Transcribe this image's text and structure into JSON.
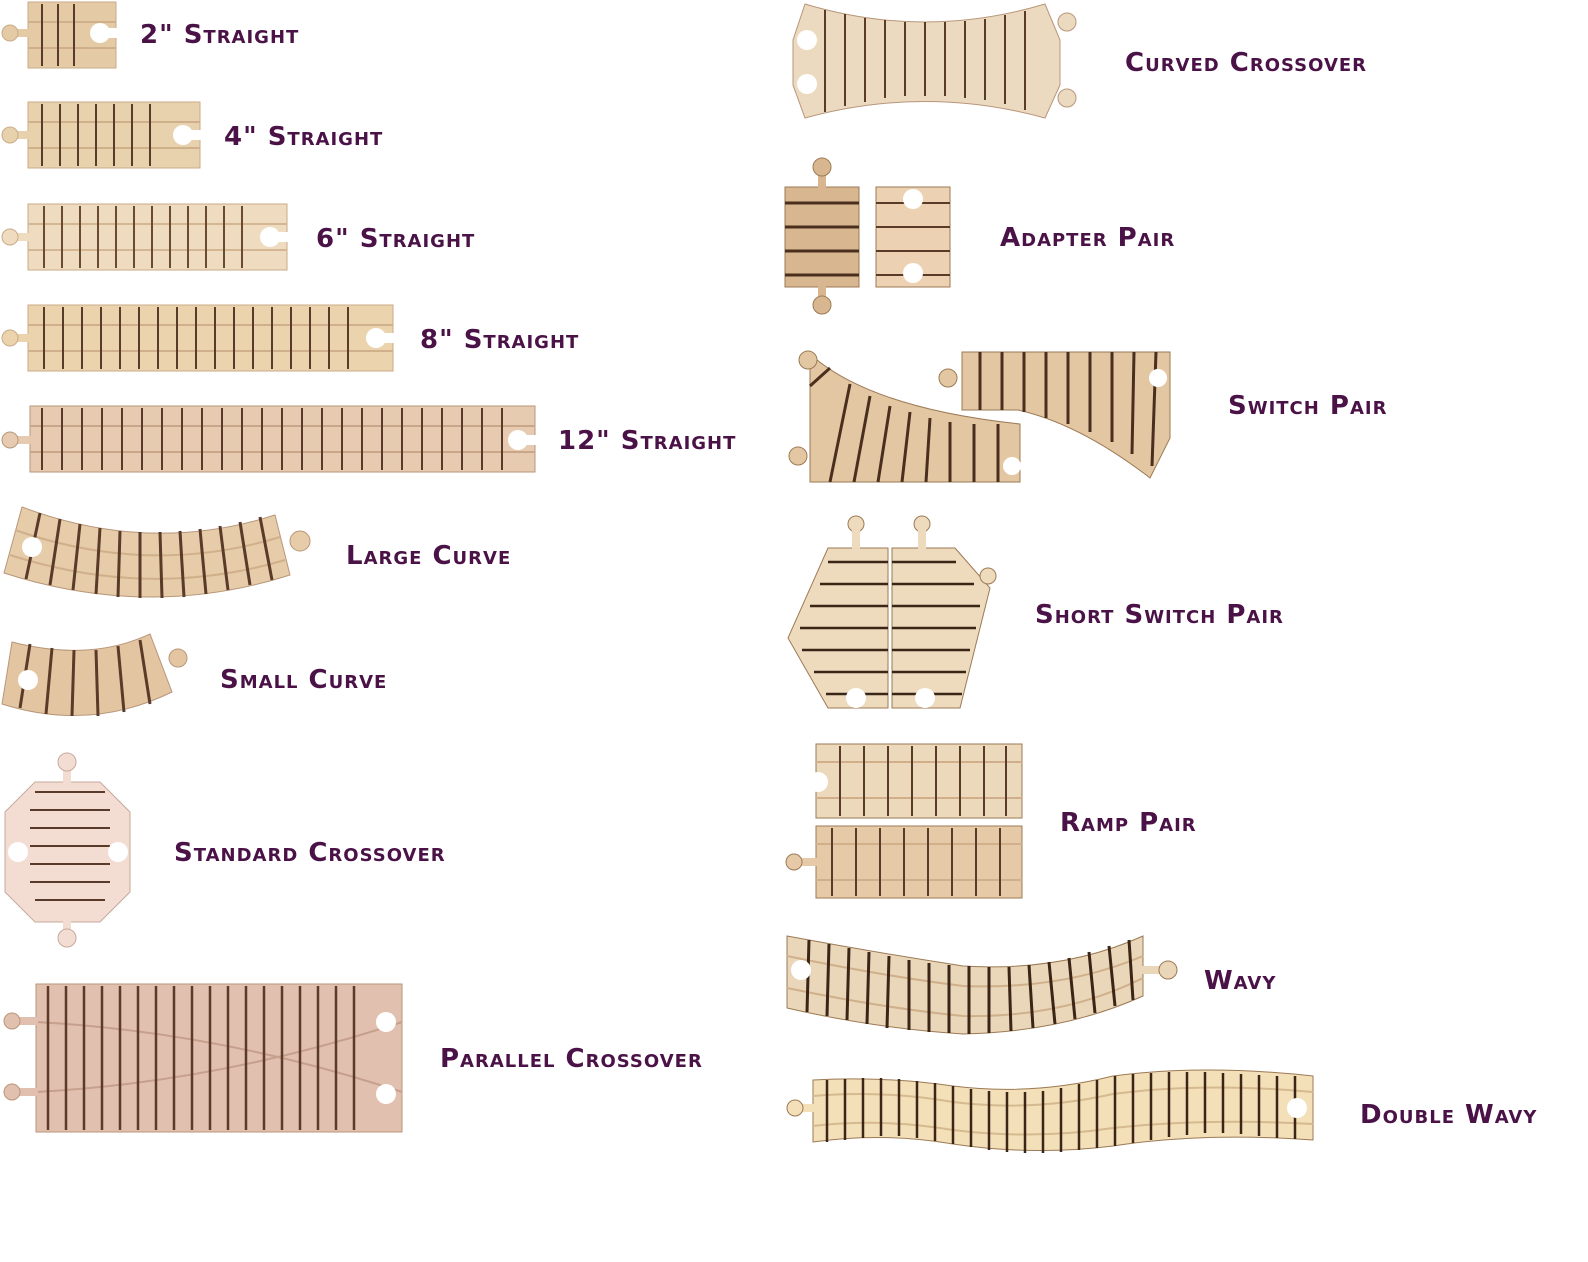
{
  "colors": {
    "wood_light": "#ead6b4",
    "wood_mid": "#dcc19b",
    "wood_pink": "#d9b4a6",
    "wood_pale": "#f0e1c4",
    "tie": "#5a3a28",
    "outline": "#b89a78",
    "label": "#4a1246"
  },
  "pieces": [
    {
      "id": "straight-2",
      "label": "2\" Straight"
    },
    {
      "id": "straight-4",
      "label": "4\" Straight"
    },
    {
      "id": "straight-6",
      "label": "6\" Straight"
    },
    {
      "id": "straight-8",
      "label": "8\" Straight"
    },
    {
      "id": "straight-12",
      "label": "12\" Straight"
    },
    {
      "id": "large-curve",
      "label": "Large Curve"
    },
    {
      "id": "small-curve",
      "label": "Small Curve"
    },
    {
      "id": "standard-crossover",
      "label": "Standard Crossover"
    },
    {
      "id": "parallel-crossover",
      "label": "Parallel Crossover"
    },
    {
      "id": "curved-crossover",
      "label": "Curved Crossover"
    },
    {
      "id": "adapter-pair",
      "label": "Adapter Pair"
    },
    {
      "id": "switch-pair",
      "label": "Switch Pair"
    },
    {
      "id": "short-switch-pair",
      "label": "Short Switch Pair"
    },
    {
      "id": "ramp-pair",
      "label": "Ramp Pair"
    },
    {
      "id": "wavy",
      "label": "Wavy"
    },
    {
      "id": "double-wavy",
      "label": "Double Wavy"
    }
  ]
}
